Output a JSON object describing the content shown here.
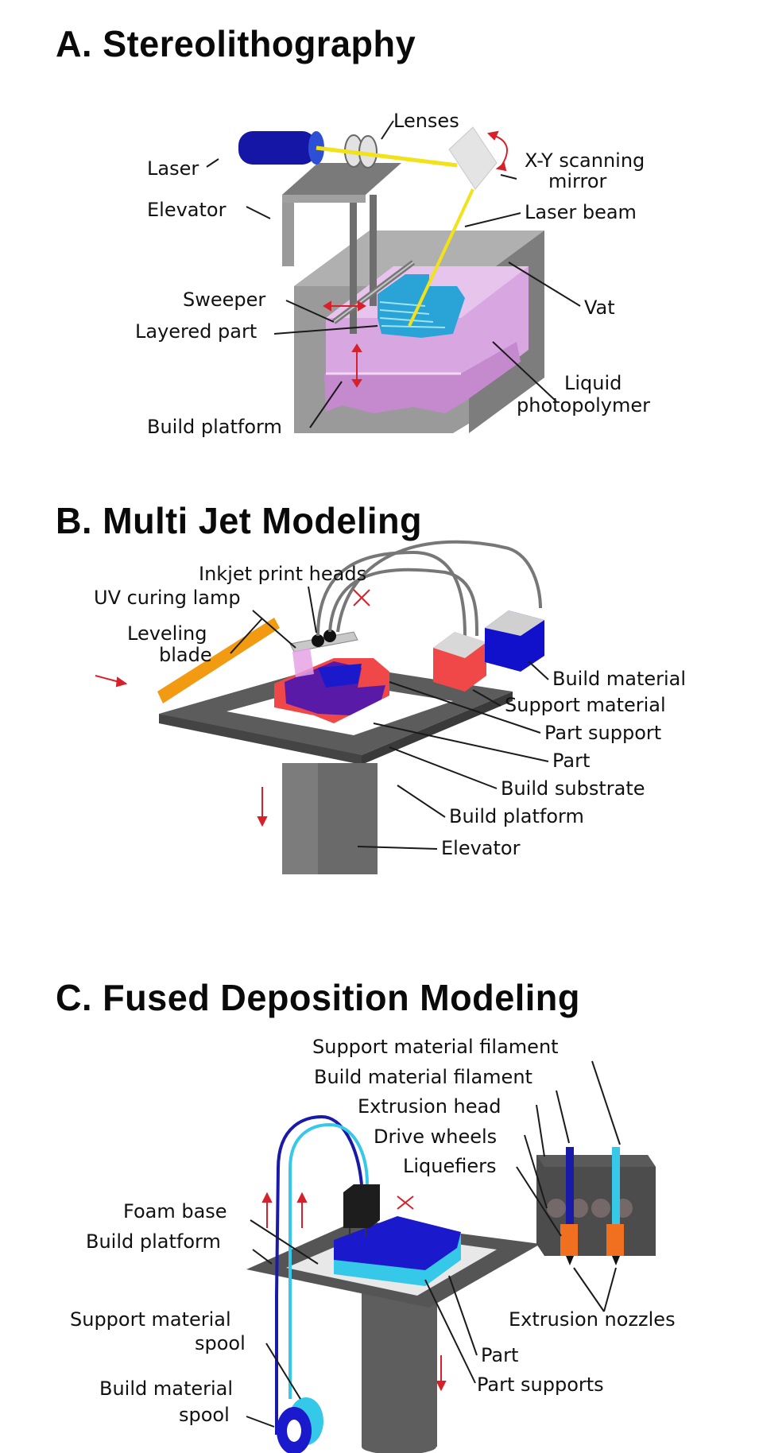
{
  "panels": {
    "a": {
      "title": "A. Stereolithography",
      "labels": {
        "lenses": "Lenses",
        "laser": "Laser",
        "scanning_mirror_1": "X-Y scanning",
        "scanning_mirror_2": "mirror",
        "elevator": "Elevator",
        "laser_beam": "Laser beam",
        "sweeper": "Sweeper",
        "vat": "Vat",
        "layered_part": "Layered part",
        "liquid_1": "Liquid",
        "liquid_2": "photopolymer",
        "build_platform": "Build platform"
      }
    },
    "b": {
      "title": "B. Multi Jet Modeling",
      "labels": {
        "inkjet_heads": "Inkjet print heads",
        "uv_lamp": "UV curing lamp",
        "leveling_1": "Leveling",
        "leveling_2": "blade",
        "build_material": "Build material",
        "support_material": "Support material",
        "part_support": "Part support",
        "part": "Part",
        "build_substrate": "Build substrate",
        "build_platform": "Build platform",
        "elevator": "Elevator"
      }
    },
    "c": {
      "title": "C. Fused Deposition Modeling",
      "labels": {
        "support_filament": "Support material filament",
        "build_filament": "Build material filament",
        "extrusion_head": "Extrusion head",
        "drive_wheels": "Drive wheels",
        "liquefiers": "Liquefiers",
        "foam_base": "Foam base",
        "build_platform": "Build platform",
        "extrusion_nozzles": "Extrusion nozzles",
        "support_spool_1": "Support material",
        "support_spool_2": "spool",
        "part": "Part",
        "part_supports": "Part supports",
        "build_spool_1": "Build material",
        "build_spool_2": "spool"
      }
    }
  },
  "colors": {
    "laser_blue": "#1a1aa8",
    "beam_yellow": "#f2e21a",
    "vat_gray": "#8c8c8c",
    "photopolymer": "#d59ad8",
    "layered_part": "#29a7d6",
    "blade_orange": "#f29a12",
    "support_red": "#f04848",
    "build_blue": "#1111cc",
    "part_purple": "#6a1aa8",
    "platform_gray": "#5a5a5a",
    "filament_cyan": "#36c8e8",
    "liquefier_orange": "#f07020",
    "arrow_red": "#d8202a"
  }
}
